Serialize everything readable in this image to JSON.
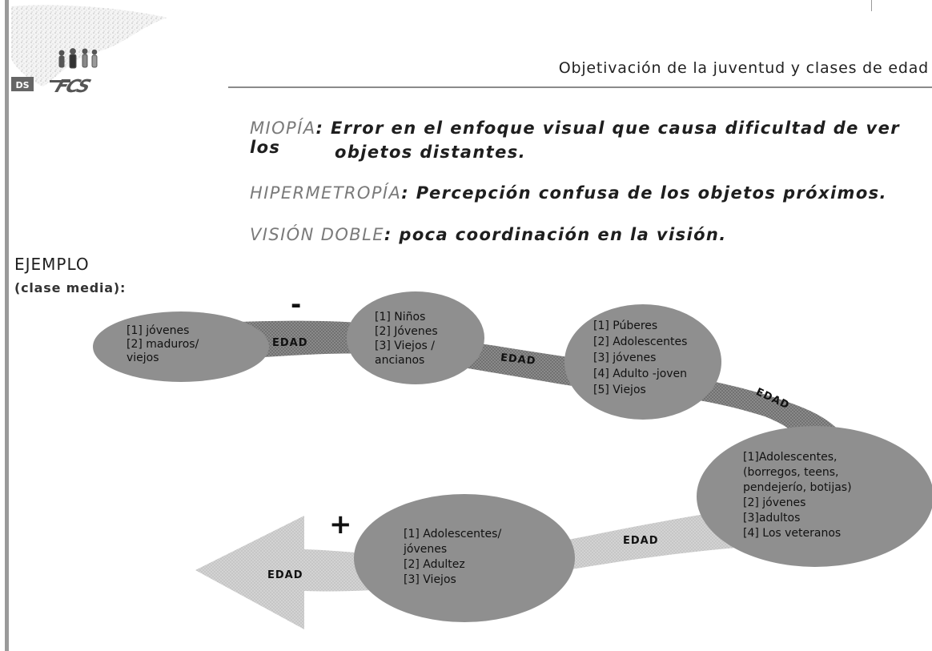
{
  "header": {
    "title": "Objetivación de la juventud y clases de edad",
    "logo_left_text": "DS",
    "logo_right_text": "FCS"
  },
  "definitions": [
    {
      "term": "MIOPÍA",
      "text": " Error en el enfoque visual que causa dificultad de ver los",
      "continuation": "objetos distantes."
    },
    {
      "term": "HIPERMETROPÍA",
      "text": " Percepción confusa de los objetos próximos."
    },
    {
      "term": "VISIÓN DOBLE",
      "text": " poca coordinación en la visión."
    }
  ],
  "example": {
    "title": "EJEMPLO",
    "subtitle": "(clase media):"
  },
  "diagram": {
    "minus_sign": "-",
    "plus_sign": "+",
    "band_label": "EDAD",
    "nodes": [
      {
        "lines": [
          "[1] jóvenes",
          "[2] maduros/",
          "viejos"
        ]
      },
      {
        "lines": [
          "[1] Niños",
          "[2] Jóvenes",
          "[3] Viejos /",
          "ancianos"
        ]
      },
      {
        "lines": [
          "[1] Púberes",
          "[2] Adolescentes",
          "[3] jóvenes",
          "[4] Adulto -joven",
          "[5] Viejos"
        ]
      },
      {
        "lines": [
          "[1]Adolescentes,",
          "(borregos, teens,",
          "pendejerío, botijas)",
          "[2] jóvenes",
          "[3]adultos",
          "[4] Los veteranos"
        ]
      },
      {
        "lines": [
          "[1] Adolescentes/",
          "jóvenes",
          "[2] Adultez",
          "[3] Viejos"
        ]
      }
    ],
    "colors": {
      "ellipse": "#8f8f8f",
      "band_dark": "#6e6e6e",
      "band_light": "#c4c4c4"
    }
  }
}
